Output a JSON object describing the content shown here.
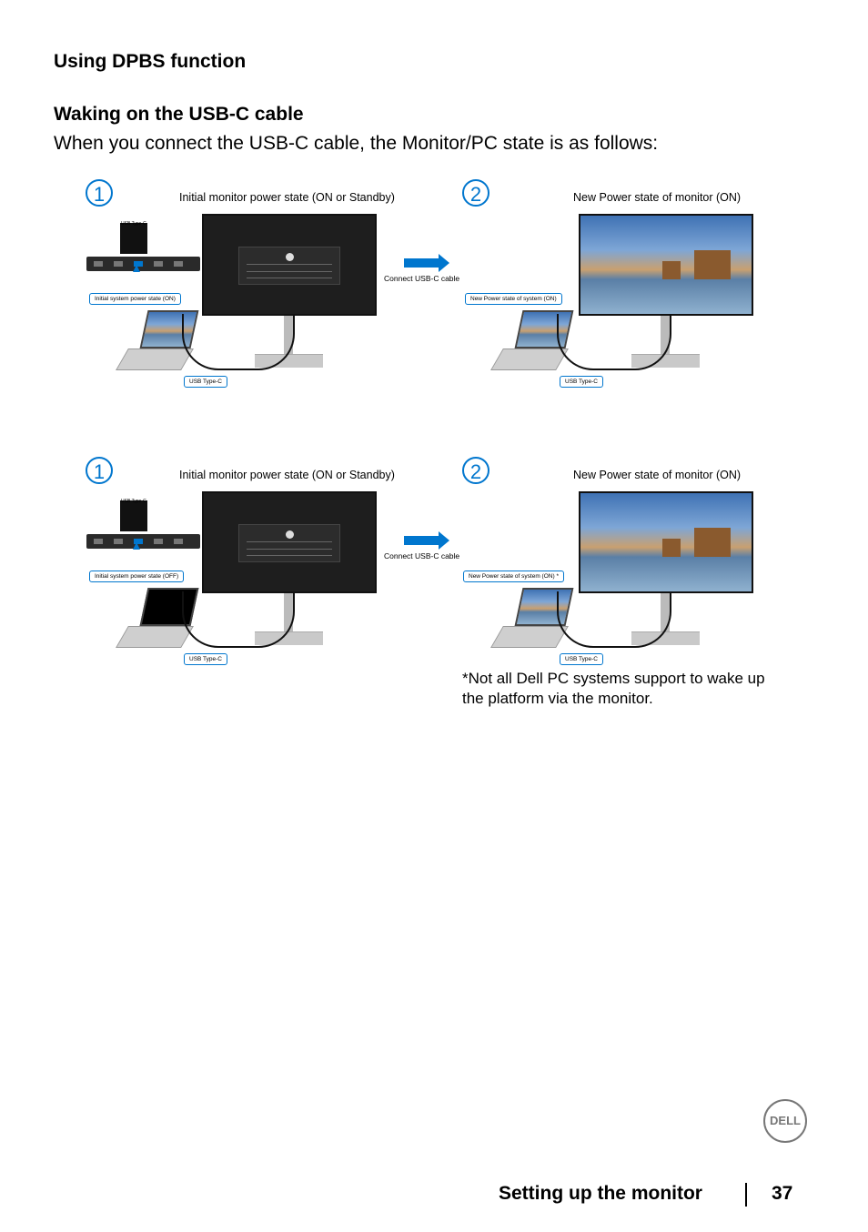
{
  "headings": {
    "section": "Using DPBS function",
    "subsection": "Waking on the USB-C cable",
    "intro": "When you connect the USB-C cable, the Monitor/PC state is as follows:"
  },
  "diagrams": [
    {
      "step1_number": "1",
      "step2_number": "2",
      "initial_state": "Initial monitor power state (ON or Standby)",
      "new_state": "New Power state of monitor (ON)",
      "connect": "Connect USB-C cable",
      "system_initial": "Initial system power state (ON)",
      "system_new": "New Power state of system (ON)",
      "usb_label_top": "USB Type-C",
      "usb_label_left": "USB Type-C",
      "usb_label_right": "USB Type-C",
      "laptop_initial_screen": "on"
    },
    {
      "step1_number": "1",
      "step2_number": "2",
      "initial_state": "Initial monitor power state (ON or Standby)",
      "new_state": "New Power state of monitor (ON)",
      "connect": "Connect USB-C cable",
      "system_initial": "Initial system power state (OFF)",
      "system_new": "New Power state of system (ON) *",
      "usb_label_top": "USB Type-C",
      "usb_label_left": "USB Type-C",
      "usb_label_right": "USB Type-C",
      "laptop_initial_screen": "off"
    }
  ],
  "note": {
    "marker": "*",
    "text": "Not all Dell PC systems support to wake up the platform via the monitor."
  },
  "logo": "DELL",
  "footer": {
    "title": "Setting up the monitor",
    "page": "37"
  },
  "colors": {
    "accent": "#0076ce",
    "monitor_screen": "#1e1e1e"
  }
}
